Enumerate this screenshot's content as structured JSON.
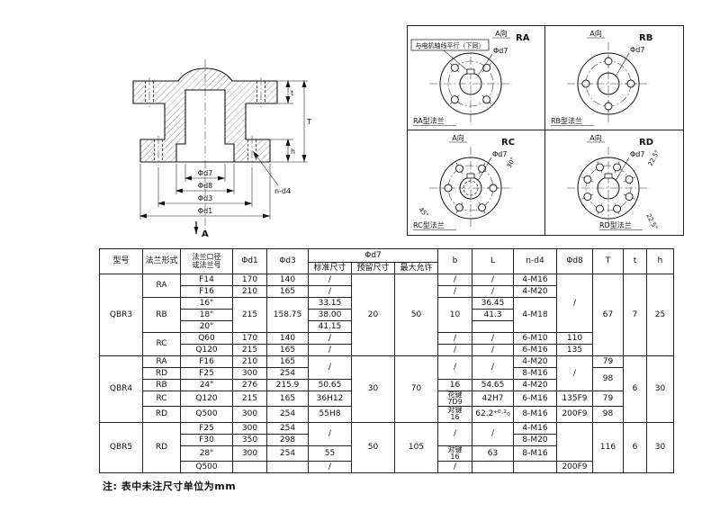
{
  "page": {
    "note": "注: 表中未注尺寸单位为mm"
  },
  "section_view": {
    "labels": {
      "d7": "Φd7",
      "d8": "Φd8",
      "d3": "Φd3",
      "d1": "Φd1",
      "nd4": "n-d4",
      "T": "T",
      "t": "t",
      "h": "h",
      "view": "A"
    }
  },
  "flange_views": {
    "note": "与电机轴线平行（下同）",
    "view_dir": "A向",
    "d7": "Φd7",
    "cells": [
      {
        "id": "RA",
        "caption": "RA型法兰",
        "holes": 4,
        "start": 45,
        "angles": []
      },
      {
        "id": "RB",
        "caption": "RB型法兰",
        "holes": 4,
        "start": 0,
        "angles": []
      },
      {
        "id": "RC",
        "caption": "RC型法兰",
        "holes": 6,
        "start": 30,
        "angles": [
          "30°",
          "45°"
        ]
      },
      {
        "id": "RD",
        "caption": "RD型法兰",
        "holes": 8,
        "start": 22.5,
        "angles": [
          "22.5°",
          "22.5°"
        ]
      }
    ]
  },
  "table": {
    "header1": [
      {
        "t": "型号",
        "rs": 2
      },
      {
        "t": "法兰形式",
        "rs": 2
      },
      {
        "t": "法兰口径\n或法兰号",
        "rs": 2
      },
      {
        "t": "Φd1",
        "rs": 2
      },
      {
        "t": "Φd3",
        "rs": 2
      },
      {
        "t": "Φd7",
        "cs": 3
      },
      {
        "t": "b",
        "rs": 2
      },
      {
        "t": "L",
        "rs": 2
      },
      {
        "t": "n-d4",
        "rs": 2
      },
      {
        "t": "Φd8",
        "rs": 2
      },
      {
        "t": "T",
        "rs": 2
      },
      {
        "t": "t",
        "rs": 2
      },
      {
        "t": "h",
        "rs": 2
      }
    ],
    "header2": [
      {
        "t": "标准尺寸"
      },
      {
        "t": "预留尺寸"
      },
      {
        "t": "最大允许"
      }
    ],
    "rows": [
      [
        {
          "t": "QBR3",
          "rs": 7
        },
        {
          "t": "RA",
          "rs": 2
        },
        {
          "t": "F14"
        },
        {
          "t": "170"
        },
        {
          "t": "140"
        },
        {
          "t": "/"
        },
        {
          "t": "20",
          "rs": 7
        },
        {
          "t": "50",
          "rs": 7
        },
        {
          "t": "/"
        },
        {
          "t": "/"
        },
        {
          "t": "4-M16"
        },
        {
          "t": "/",
          "rs": 5
        },
        {
          "t": "67",
          "rs": 7
        },
        {
          "t": "7",
          "rs": 7
        },
        {
          "t": "25",
          "rs": 7
        }
      ],
      [
        {
          "t": "F16"
        },
        {
          "t": "210"
        },
        {
          "t": "165"
        },
        {
          "t": "/"
        },
        {
          "t": "/"
        },
        {
          "t": "/"
        },
        {
          "t": "4-M20"
        }
      ],
      [
        {
          "t": "RB",
          "rs": 3
        },
        {
          "t": "16\""
        },
        {
          "t": "215",
          "rs": 3
        },
        {
          "t": "158.75",
          "rs": 3
        },
        {
          "t": "33.15"
        },
        {
          "t": "10",
          "rs": 3
        },
        {
          "t": "36.45"
        },
        {
          "t": "4-M18",
          "rs": 3
        }
      ],
      [
        {
          "t": "18\""
        },
        {
          "t": "38.00"
        },
        {
          "t": "41.3"
        }
      ],
      [
        {
          "t": "20\""
        },
        {
          "t": "41.15"
        },
        {
          "t": ""
        }
      ],
      [
        {
          "t": "RC",
          "rs": 2
        },
        {
          "t": "Q60"
        },
        {
          "t": "170"
        },
        {
          "t": "140"
        },
        {
          "t": "/"
        },
        {
          "t": "/"
        },
        {
          "t": "/"
        },
        {
          "t": "6-M10"
        },
        {
          "t": "110"
        }
      ],
      [
        {
          "t": "Q120"
        },
        {
          "t": "215"
        },
        {
          "t": "165"
        },
        {
          "t": "/"
        },
        {
          "t": "/"
        },
        {
          "t": "/"
        },
        {
          "t": "6-M16"
        },
        {
          "t": "135"
        }
      ],
      [
        {
          "t": "QBR4",
          "rs": 5
        },
        {
          "t": "RA"
        },
        {
          "t": "F16"
        },
        {
          "t": "210"
        },
        {
          "t": "165"
        },
        {
          "t": "/",
          "rs": 2
        },
        {
          "t": "30",
          "rs": 5
        },
        {
          "t": "70",
          "rs": 5
        },
        {
          "t": "/",
          "rs": 2
        },
        {
          "t": "/",
          "rs": 2
        },
        {
          "t": "4-M20"
        },
        {
          "t": "/",
          "rs": 3
        },
        {
          "t": "79"
        },
        {
          "t": "6",
          "rs": 5
        },
        {
          "t": "30",
          "rs": 5
        }
      ],
      [
        {
          "t": "RD"
        },
        {
          "t": "F25"
        },
        {
          "t": "300"
        },
        {
          "t": "254"
        },
        {
          "t": "8-M16"
        },
        {
          "t": "98",
          "rs": 2
        }
      ],
      [
        {
          "t": "RB"
        },
        {
          "t": "24\""
        },
        {
          "t": "276"
        },
        {
          "t": "215.9"
        },
        {
          "t": "50.65"
        },
        {
          "t": "16"
        },
        {
          "t": "54.65"
        },
        {
          "t": "4-M20"
        }
      ],
      [
        {
          "t": "RC"
        },
        {
          "t": "Q120"
        },
        {
          "t": "215"
        },
        {
          "t": "165"
        },
        {
          "t": "36H12"
        },
        {
          "t": "花键\n7D9"
        },
        {
          "t": "42H7"
        },
        {
          "t": "6-M16"
        },
        {
          "t": "135F9"
        },
        {
          "t": "79"
        }
      ],
      [
        {
          "t": "RD"
        },
        {
          "t": "Q500"
        },
        {
          "t": "300"
        },
        {
          "t": "254"
        },
        {
          "t": "55H8"
        },
        {
          "t": "对键\n16"
        },
        {
          "t": "62.2⁺⁰·²₀"
        },
        {
          "t": "8-M16"
        },
        {
          "t": "200F9"
        },
        {
          "t": "98"
        }
      ],
      [
        {
          "t": "QBR5",
          "rs": 4
        },
        {
          "t": "RD",
          "rs": 4
        },
        {
          "t": "F25"
        },
        {
          "t": "300"
        },
        {
          "t": "254"
        },
        {
          "t": "/",
          "rs": 2
        },
        {
          "t": "50",
          "rs": 4
        },
        {
          "t": "105",
          "rs": 4
        },
        {
          "t": "/",
          "rs": 2
        },
        {
          "t": "/",
          "rs": 2
        },
        {
          "t": "4-M16"
        },
        {
          "t": "",
          "rs": 3
        },
        {
          "t": "116",
          "rs": 4
        },
        {
          "t": "6",
          "rs": 4
        },
        {
          "t": "30",
          "rs": 4
        }
      ],
      [
        {
          "t": "F30"
        },
        {
          "t": "350"
        },
        {
          "t": "298"
        },
        {
          "t": "8-M20"
        }
      ],
      [
        {
          "t": "28\""
        },
        {
          "t": "300"
        },
        {
          "t": "254"
        },
        {
          "t": "55"
        },
        {
          "t": "对键\n16"
        },
        {
          "t": "63"
        },
        {
          "t": "8-M16"
        }
      ],
      [
        {
          "t": "Q500"
        },
        {
          "t": ""
        },
        {
          "t": ""
        },
        {
          "t": "/"
        },
        {
          "t": "/"
        },
        {
          "t": ""
        },
        {
          "t": ""
        },
        {
          "t": "200F9"
        }
      ]
    ]
  }
}
